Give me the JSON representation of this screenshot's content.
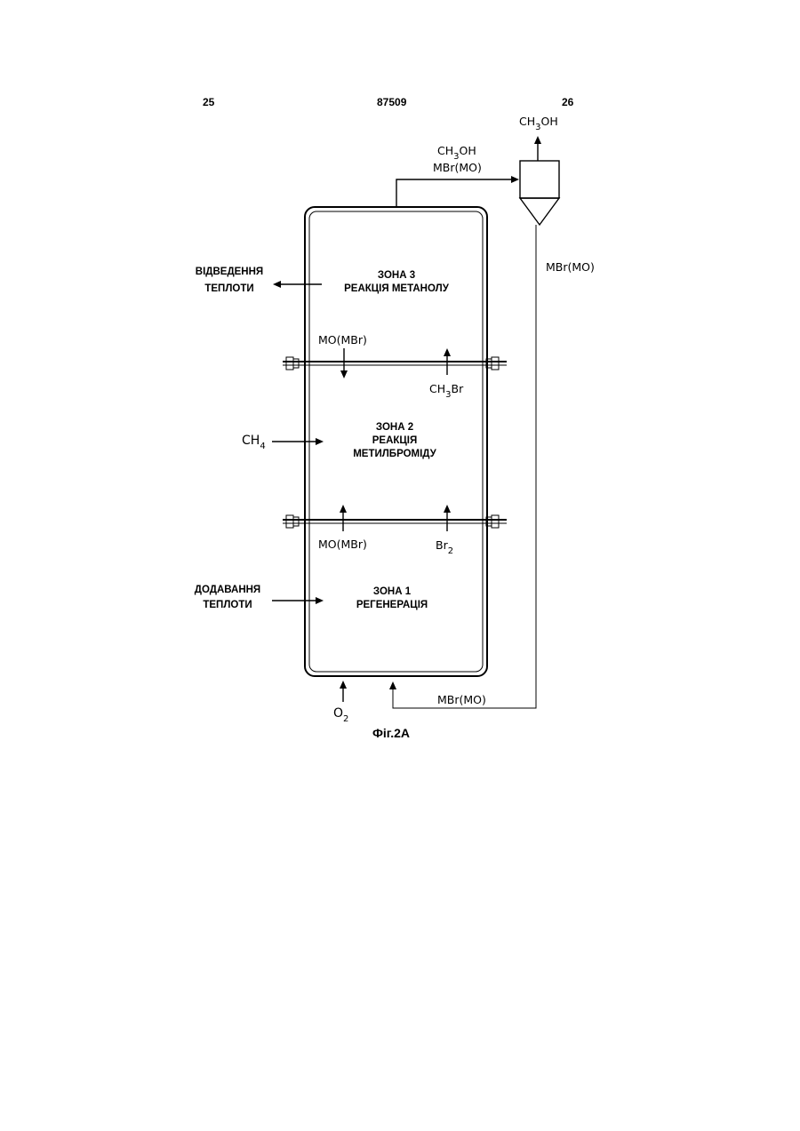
{
  "header": {
    "left_page": "25",
    "patent_number": "87509",
    "right_page": "26"
  },
  "zones": {
    "zone3": {
      "title": "ЗОНА 3",
      "subtitle": "РЕАКЦІЯ МЕТАНОЛУ"
    },
    "zone2": {
      "title": "ЗОНА 2",
      "line2": "РЕАКЦІЯ",
      "line3": "МЕТИЛБРОМІДУ"
    },
    "zone1": {
      "title": "ЗОНА 1",
      "subtitle": "РЕГЕНЕРАЦІЯ"
    }
  },
  "side_labels": {
    "heat_removal_1": "ВІДВЕДЕННЯ",
    "heat_removal_2": "ТЕПЛОТИ",
    "heat_addition_1": "ДОДАВАННЯ",
    "heat_addition_2": "ТЕПЛОТИ"
  },
  "streams": {
    "methanol_out": {
      "main": "CH",
      "sub": "3",
      "rest": "OH"
    },
    "top_line_1": {
      "main": "CH",
      "sub": "3",
      "rest": "OH"
    },
    "top_line_2": "MBr(MO)",
    "recycle_right": "MBr(MO)",
    "recycle_bottom": "MBr(MO)",
    "upper_down": "MO(MBr)",
    "methyl_bromide": {
      "main": "CH",
      "sub": "3",
      "rest": "Br"
    },
    "methane": {
      "main": "CH",
      "sub": "4"
    },
    "lower_up": "MO(MBr)",
    "bromine": {
      "main": "Br",
      "sub": "2"
    },
    "oxygen": {
      "main": "O",
      "sub": "2"
    }
  },
  "caption": "Фіг.2А"
}
